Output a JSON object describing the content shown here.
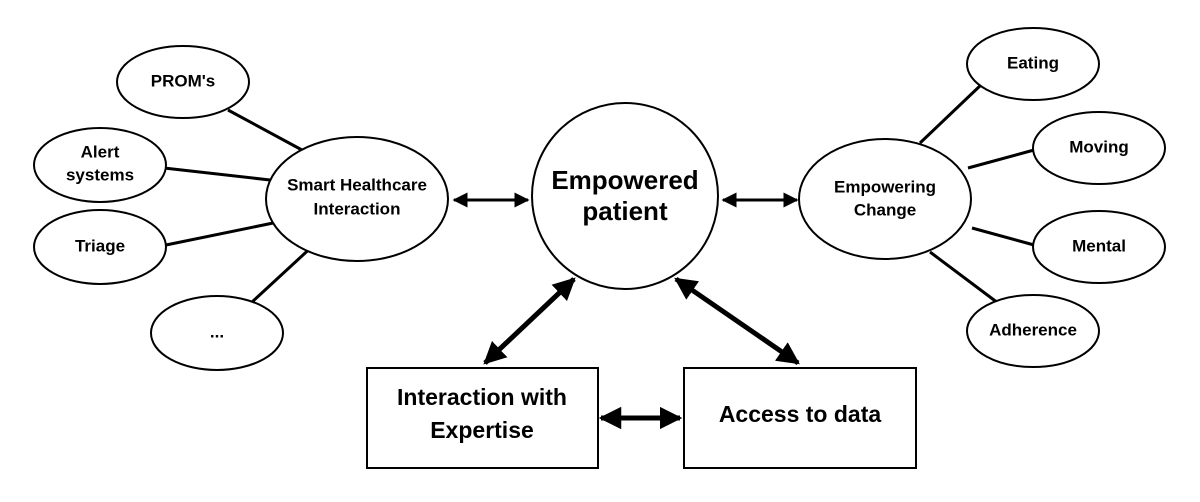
{
  "nodes": {
    "center": {
      "lines": [
        "Empowered",
        "patient"
      ]
    },
    "smart": {
      "lines": [
        "Smart Healthcare",
        "Interaction"
      ]
    },
    "change": {
      "lines": [
        "Empowering",
        "Change"
      ]
    },
    "expertise": {
      "lines": [
        "Interaction with",
        "Expertise"
      ]
    },
    "data": {
      "lines": [
        "Access to data"
      ]
    },
    "left_items": [
      {
        "lines": [
          "PROM's"
        ]
      },
      {
        "lines": [
          "Alert",
          "systems"
        ]
      },
      {
        "lines": [
          "Triage"
        ]
      },
      {
        "lines": [
          "..."
        ]
      }
    ],
    "right_items": [
      {
        "lines": [
          "Eating"
        ]
      },
      {
        "lines": [
          "Moving"
        ]
      },
      {
        "lines": [
          "Mental"
        ]
      },
      {
        "lines": [
          "Adherence"
        ]
      }
    ]
  }
}
